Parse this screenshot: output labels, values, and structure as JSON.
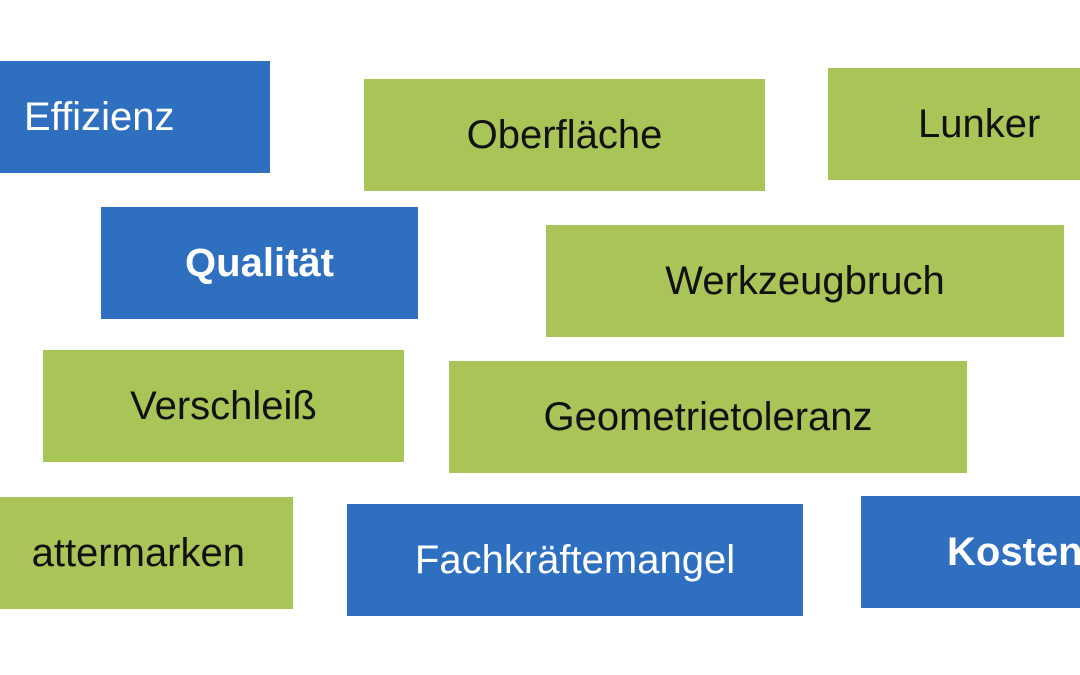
{
  "tiles": {
    "effizienz": {
      "label": "Effizienz",
      "color": "#2e6fc0"
    },
    "oberflaeche": {
      "label": "Oberfläche",
      "color": "#a9c457"
    },
    "lunker": {
      "label": "Lunker",
      "color": "#a9c457"
    },
    "qualitaet": {
      "label": "Qualität",
      "color": "#2e6fc0"
    },
    "werkzeugbruch": {
      "label": "Werkzeugbruch",
      "color": "#a9c457"
    },
    "verschleiss": {
      "label": "Verschleiß",
      "color": "#a9c457"
    },
    "geometrietoleranz": {
      "label": "Geometrietoleranz",
      "color": "#a9c457"
    },
    "rattermarken": {
      "label": "attermarken",
      "color": "#a9c457"
    },
    "fachkraeftemangel": {
      "label": "Fachkräftemangel",
      "color": "#2e6fc0"
    },
    "kosten": {
      "label": "Kosten",
      "color": "#2e6fc0"
    }
  }
}
